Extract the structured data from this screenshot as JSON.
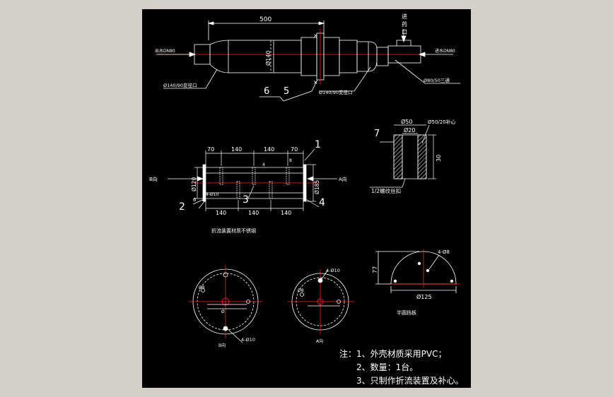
{
  "top_view": {
    "dim_length": "500",
    "dim_diameter": "Ø140",
    "outlet_label": "出水DN80",
    "inlet_label": "进水DN80",
    "dosing_label_1": "进",
    "dosing_label_2": "药",
    "dosing_label_3": "口",
    "reducer_left": "Ø140/90变径口",
    "reducer_right": "Ø140/90变径口",
    "tee_label": "Ø80/50三通",
    "balloon_6": "6",
    "balloon_5": "5"
  },
  "section_view": {
    "dims_top": [
      "70",
      "140",
      "140",
      "70"
    ],
    "dims_bottom": [
      "140",
      "140",
      "140"
    ],
    "dim_left": "Ø120",
    "dim_right": "Ø185",
    "label_b": "B向",
    "label_a": "A向",
    "hole_label": "4-Ø10",
    "small_4": "4",
    "small_8": "8",
    "small_6": "6",
    "balloon_1": "1",
    "balloon_2": "2",
    "balloon_3": "3",
    "balloon_4": "4",
    "caption": "折流装置材质不锈钢"
  },
  "fitting_view": {
    "dim_outer": "Ø50",
    "dim_inner": "Ø20",
    "callout": "Ø50/20补心",
    "dim_height": "30",
    "balloon_7": "7",
    "thread_note": "1/2螺纹丝扣"
  },
  "plate_view": {
    "hole_label": "4-Ø8",
    "dim_height": "77",
    "dim_width": "Ø125",
    "caption": "半圆挡板"
  },
  "circle_views": {
    "b_label": "B向",
    "b_hole": "4-Ø10",
    "b_left": "Ø8",
    "b_mid": "Ø",
    "a_label": "A向",
    "a_hole": "4-Ø10",
    "a_left": "Ø8"
  },
  "notes": {
    "line1": "注：1、外壳材质采用PVC；",
    "line2": "2、数量：1台。",
    "line3": "3、只制作折流装置及补心。"
  },
  "colors": {
    "outline": "#ffffff",
    "centerline": "#ff2020",
    "hatch": "#ffffff",
    "background": "#000000",
    "frame": "#d4d0c8"
  }
}
